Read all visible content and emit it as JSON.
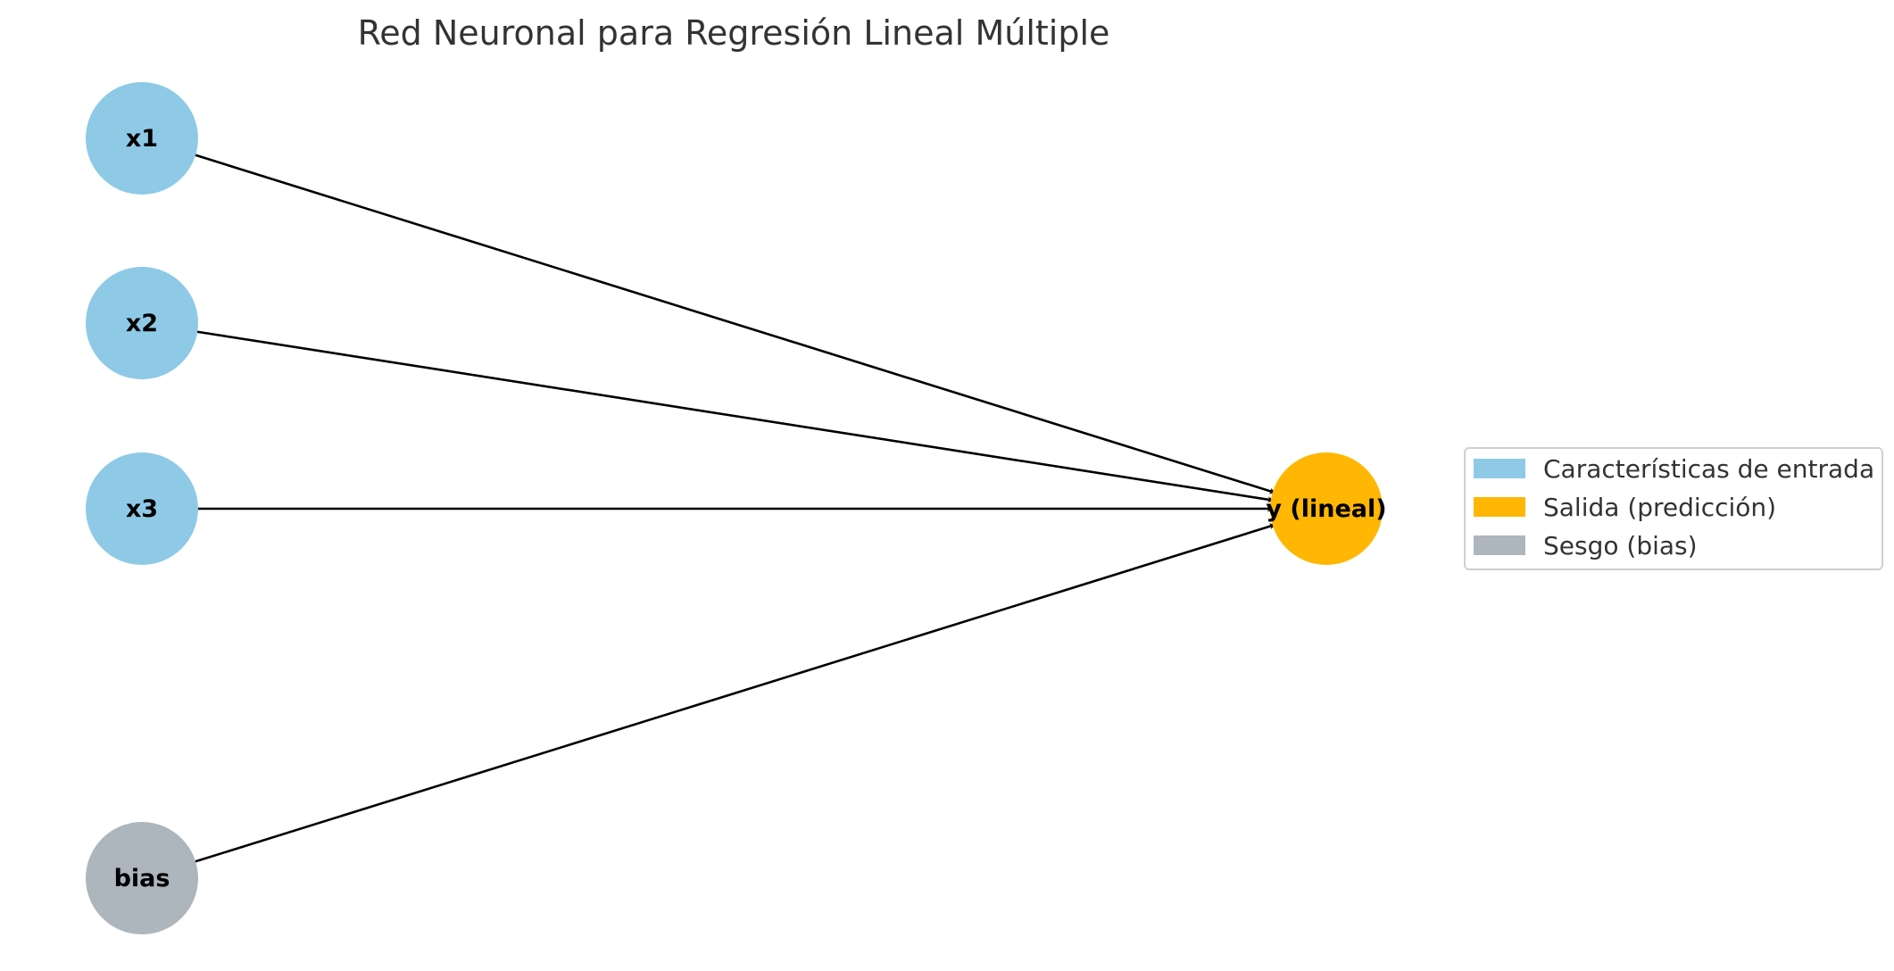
{
  "title": "Red Neuronal para Regresión Lineal Múltiple",
  "colors": {
    "input": "#8ecae6",
    "output": "#ffb703",
    "bias": "#adb5bd"
  },
  "nodes": [
    {
      "id": "x1",
      "label": "x1",
      "kind": "input"
    },
    {
      "id": "x2",
      "label": "x2",
      "kind": "input"
    },
    {
      "id": "x3",
      "label": "x3",
      "kind": "input"
    },
    {
      "id": "bias",
      "label": "bias",
      "kind": "bias"
    },
    {
      "id": "y",
      "label": "y (lineal)",
      "kind": "output"
    }
  ],
  "edges": [
    {
      "from": "x1",
      "to": "y"
    },
    {
      "from": "x2",
      "to": "y"
    },
    {
      "from": "x3",
      "to": "y"
    },
    {
      "from": "bias",
      "to": "y"
    }
  ],
  "legend": {
    "items": [
      {
        "label": "Características de entrada",
        "kind": "input"
      },
      {
        "label": "Salida (predicción)",
        "kind": "output"
      },
      {
        "label": "Sesgo (bias)",
        "kind": "bias"
      }
    ]
  }
}
